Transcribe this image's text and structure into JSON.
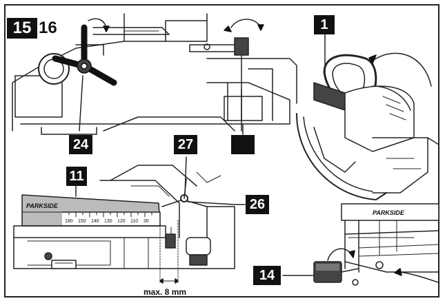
{
  "figure": {
    "number": "15",
    "adjacent_number": "16"
  },
  "callouts": {
    "c24": "24",
    "c27": "27",
    "c11": "11",
    "c26": "26",
    "c1": "1",
    "c14": "14"
  },
  "labels": {
    "brand_left": "PARKSIDE",
    "brand_right": "PARKSIDE",
    "dimension": "max. 8 mm"
  },
  "scale_ticks": [
    "180",
    "150",
    "140",
    "130",
    "120",
    "110",
    "30"
  ],
  "colors": {
    "ink": "#111111",
    "paper": "#ffffff",
    "line": "#333333"
  }
}
